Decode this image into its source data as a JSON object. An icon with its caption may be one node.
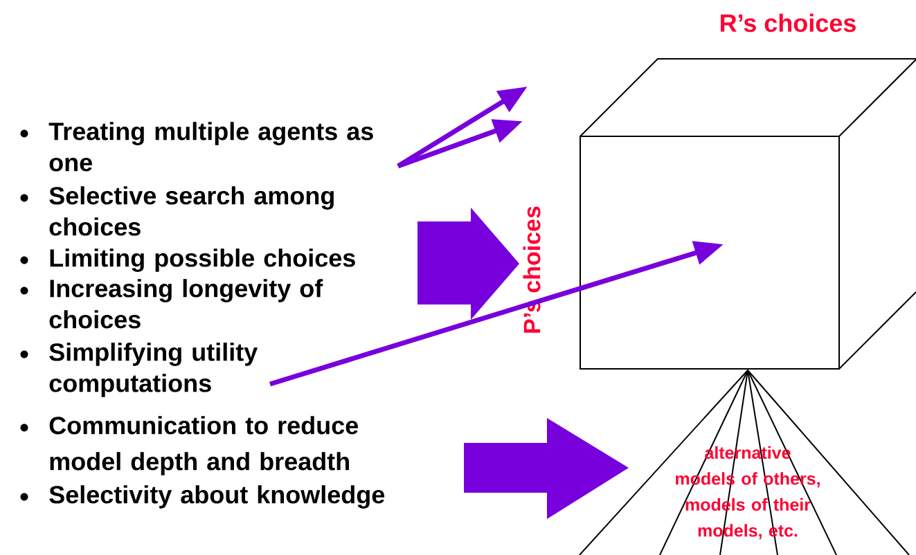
{
  "diagram": {
    "nodes": [
      {
        "text": [
          "Treating multiple agents as one"
        ]
      },
      {
        "text": [
          "Selective search among choices"
        ]
      },
      {
        "text": [
          "Limiting possible choices"
        ]
      },
      {
        "text": [
          "Increasing longevity of choices"
        ]
      },
      {
        "text": [
          "Simplifying utility computations"
        ]
      },
      {
        "text": [
          "Communication to reduce model depth and breadth"
        ]
      },
      {
        "text": [
          "Selectivity about knowledge"
        ]
      },
      {
        "text": [
          "R’s choices"
        ]
      },
      {
        "text": [
          "P’s choices"
        ]
      },
      {
        "text": [
          "alternative models of others, models of their models, etc."
        ]
      }
    ],
    "edges": [
      {
        "from": 0,
        "to": null,
        "arrow": "to"
      },
      {
        "from": 0,
        "to": null,
        "arrow": "to"
      },
      {
        "from": 4,
        "to": 7,
        "arrow": "to"
      },
      {
        "from": null,
        "to": 8,
        "arrow": "to",
        "style": "thick"
      },
      {
        "from": 5,
        "to": 9,
        "arrow": "to",
        "style": "thick"
      }
    ]
  }
}
